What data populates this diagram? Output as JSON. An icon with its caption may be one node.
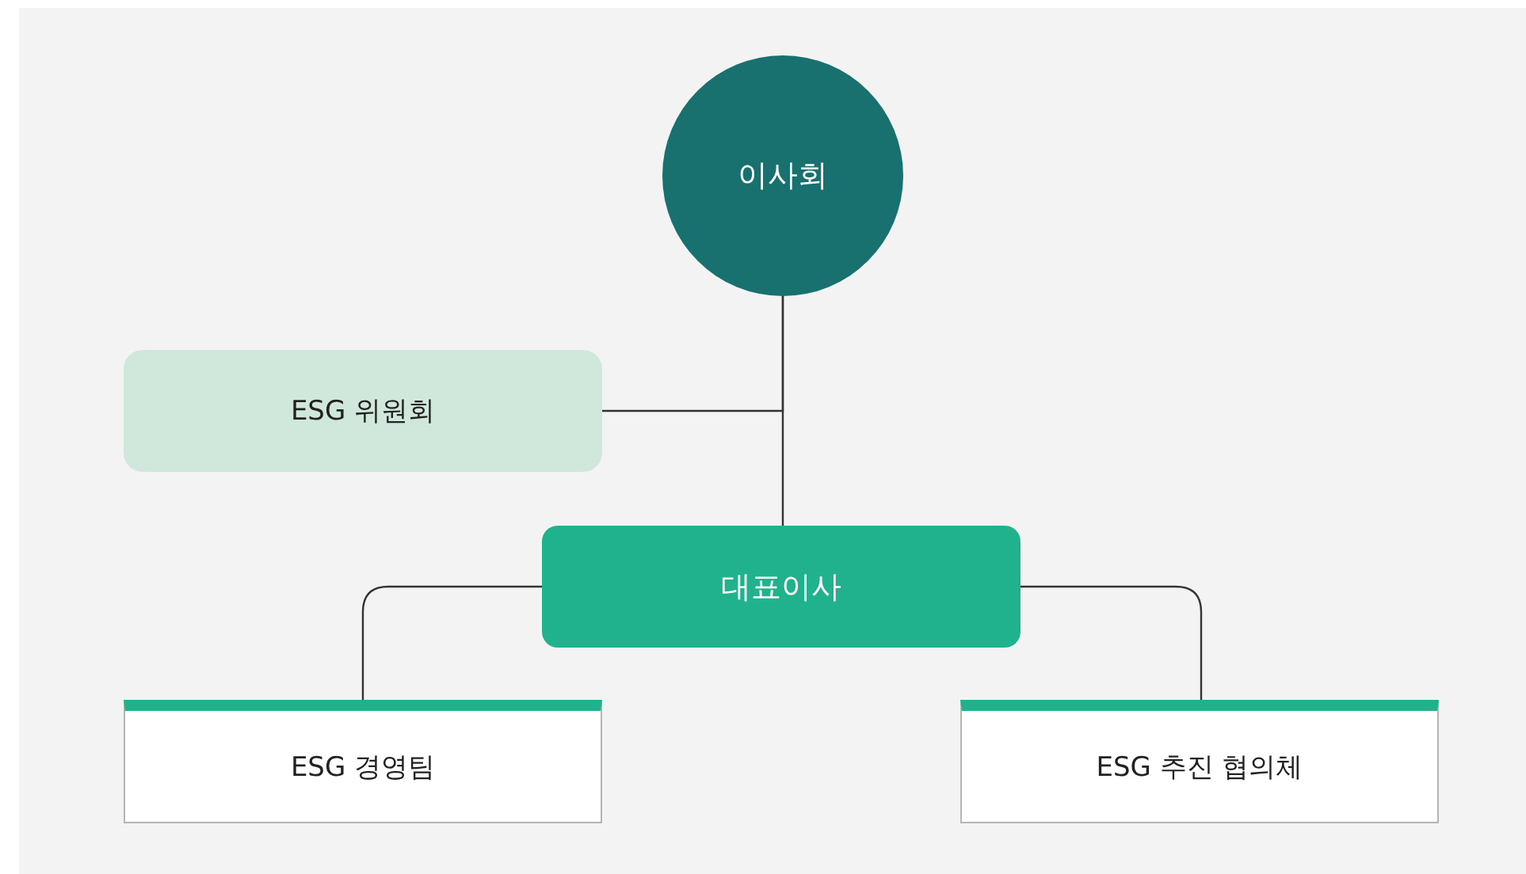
{
  "diagram": {
    "nodes": [
      {
        "text": [
          "이사회"
        ]
      },
      {
        "text": [
          "ESG 위원회"
        ]
      },
      {
        "text": [
          "대표이사"
        ]
      },
      {
        "text": [
          "ESG 경영팀"
        ]
      },
      {
        "text": [
          "ESG 추진 협의체"
        ]
      }
    ],
    "edges": [
      {
        "from": 1,
        "to": 0,
        "arrow": "none"
      },
      {
        "from": 0,
        "to": 2,
        "arrow": "none"
      },
      {
        "from": 2,
        "to": 3,
        "arrow": "none"
      },
      {
        "from": 2,
        "to": 4,
        "arrow": "none"
      }
    ]
  }
}
